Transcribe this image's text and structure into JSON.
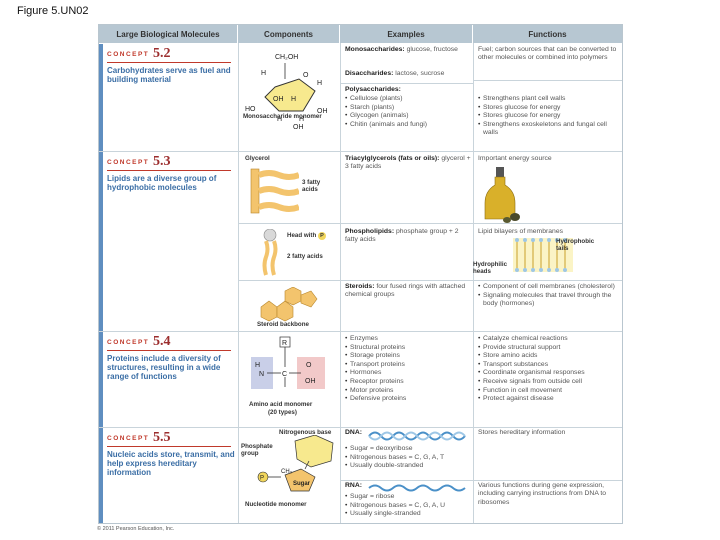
{
  "figure_label": "Figure 5.UN02",
  "header": [
    "Large Biological Molecules",
    "Components",
    "Examples",
    "Functions"
  ],
  "concepts": [
    {
      "word": "CONCEPT",
      "number": "5.2",
      "title": "Carbohydrates serve as fuel and building material"
    },
    {
      "word": "CONCEPT",
      "number": "5.3",
      "title": "Lipids are a diverse group of hydrophobic molecules"
    },
    {
      "word": "CONCEPT",
      "number": "5.4",
      "title": "Proteins include a diversity of structures, resulting in a wide range of functions"
    },
    {
      "word": "CONCEPT",
      "number": "5.5",
      "title": "Nucleic acids store, transmit, and help express hereditary information"
    }
  ],
  "components": {
    "monosaccharide": {
      "atoms": [
        "CH₂OH",
        "H",
        "O",
        "H",
        "OH",
        "H",
        "HO",
        "OH",
        "H",
        "H",
        "OH"
      ],
      "caption": "Monosaccharide monomer"
    },
    "glycerol": "Glycerol",
    "fatty_acids": "3 fatty acids",
    "head": "Head with",
    "head_p": "P",
    "phospho_fatty": "2 fatty acids",
    "steroid": "Steroid backbone",
    "amino": {
      "r": "R",
      "h": "H",
      "n": "N",
      "c": "C",
      "o": "O",
      "oh": "OH",
      "caption": "Amino acid monomer",
      "count": "(20 types)"
    },
    "nucleotide": {
      "base": "Nitrogenous base",
      "phosphate": "Phosphate group",
      "p": "P",
      "ch2": "CH₂",
      "sugar": "Sugar",
      "caption": "Nucleotide monomer"
    }
  },
  "examples": {
    "mono": {
      "head": "Monosaccharides:",
      "text": "glucose, fructose"
    },
    "di": {
      "head": "Disaccharides:",
      "text": "lactose, sucrose"
    },
    "poly": {
      "head": "Polysaccharides:",
      "items": [
        "Cellulose (plants)",
        "Starch (plants)",
        "Glycogen (animals)",
        "Chitin (animals and fungi)"
      ]
    },
    "tri": {
      "head": "Triacylglycerols (fats or oils):",
      "text": "glycerol + 3 fatty acids"
    },
    "phos": {
      "head": "Phospholipids:",
      "text": "phosphate group + 2 fatty acids"
    },
    "ster": {
      "head": "Steroids:",
      "text": "four fused rings with attached chemical groups"
    },
    "proteins": [
      "Enzymes",
      "Structural proteins",
      "Storage proteins",
      "Transport proteins",
      "Hormones",
      "Receptor proteins",
      "Motor proteins",
      "Defensive proteins"
    ],
    "dna": {
      "head": "DNA:",
      "items": [
        "Sugar = deoxyribose",
        "Nitrogenous bases = C, G, A, T",
        "Usually double-stranded"
      ]
    },
    "rna": {
      "head": "RNA:",
      "items": [
        "Sugar = ribose",
        "Nitrogenous bases = C, G, A, U",
        "Usually single-stranded"
      ]
    }
  },
  "functions": {
    "fuel": "Fuel; carbon sources that can be converted to other molecules or combined into polymers",
    "poly": [
      "Strengthens plant cell walls",
      "Stores glucose for energy",
      "Stores glucose for energy",
      "Strengthens exoskeletons and fungal cell walls"
    ],
    "energy": "Important energy source",
    "bilayer": "Lipid bilayers of membranes",
    "hydrophobic": "Hydrophobic tails",
    "hydrophilic": "Hydrophilic heads",
    "steroid": [
      "Component of cell membranes (cholesterol)",
      "Signaling molecules that travel through the body (hormones)"
    ],
    "protein": [
      "Catalyze chemical reactions",
      "Provide structural support",
      "Store amino acids",
      "Transport substances",
      "Coordinate organismal responses",
      "Receive signals from outside cell",
      "Function in cell movement",
      "Protect against disease"
    ],
    "dna": "Stores hereditary information",
    "rna": "Various functions during gene expression, including carrying instructions from DNA to ribosomes"
  },
  "credit": "© 2011 Pearson Education, Inc.",
  "colors": {
    "header_bg": "#b7c7d2",
    "concept_red": "#c0392b",
    "title_blue": "#3b6ea5",
    "accent_bar": "#5f8ec0"
  }
}
